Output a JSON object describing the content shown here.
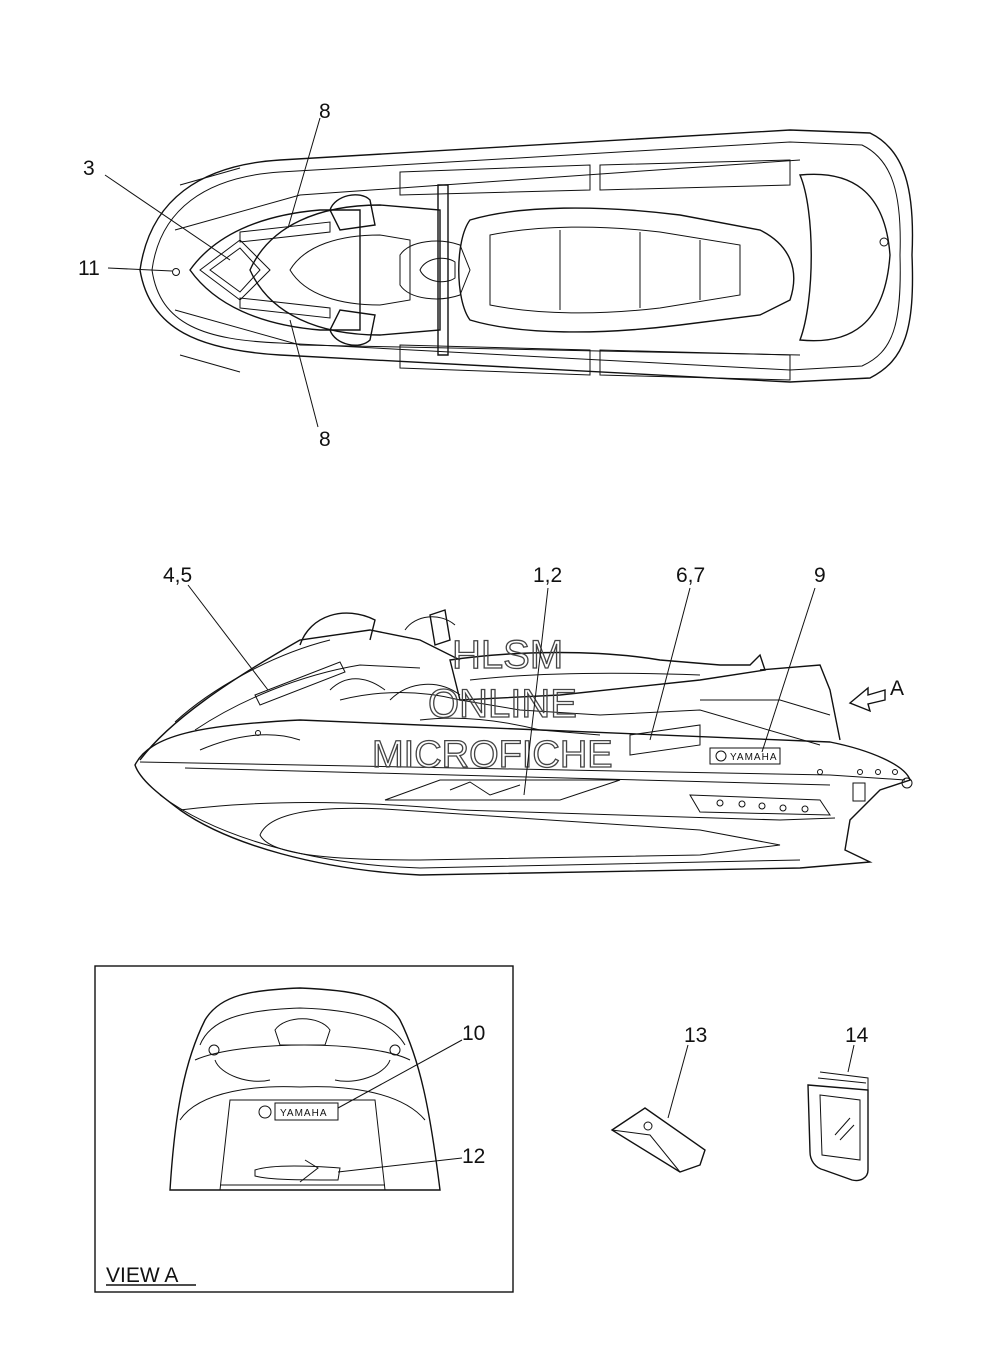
{
  "callouts": {
    "top_8_upper": "8",
    "top_8_lower": "8",
    "top_3": "3",
    "top_11": "11",
    "side_45": "4,5",
    "side_12": "1,2",
    "side_67": "6,7",
    "side_9": "9",
    "side_A": "A",
    "view_10": "10",
    "view_12": "12",
    "item_13": "13",
    "item_14": "14"
  },
  "view_label": "VIEW A",
  "decals": {
    "yamaha_side": "YAMAHA",
    "yamaha_rear": "YAMAHA"
  },
  "watermark": {
    "line1": "HLSM",
    "line2": "ONLINE",
    "line3": "MICROFICHE"
  }
}
